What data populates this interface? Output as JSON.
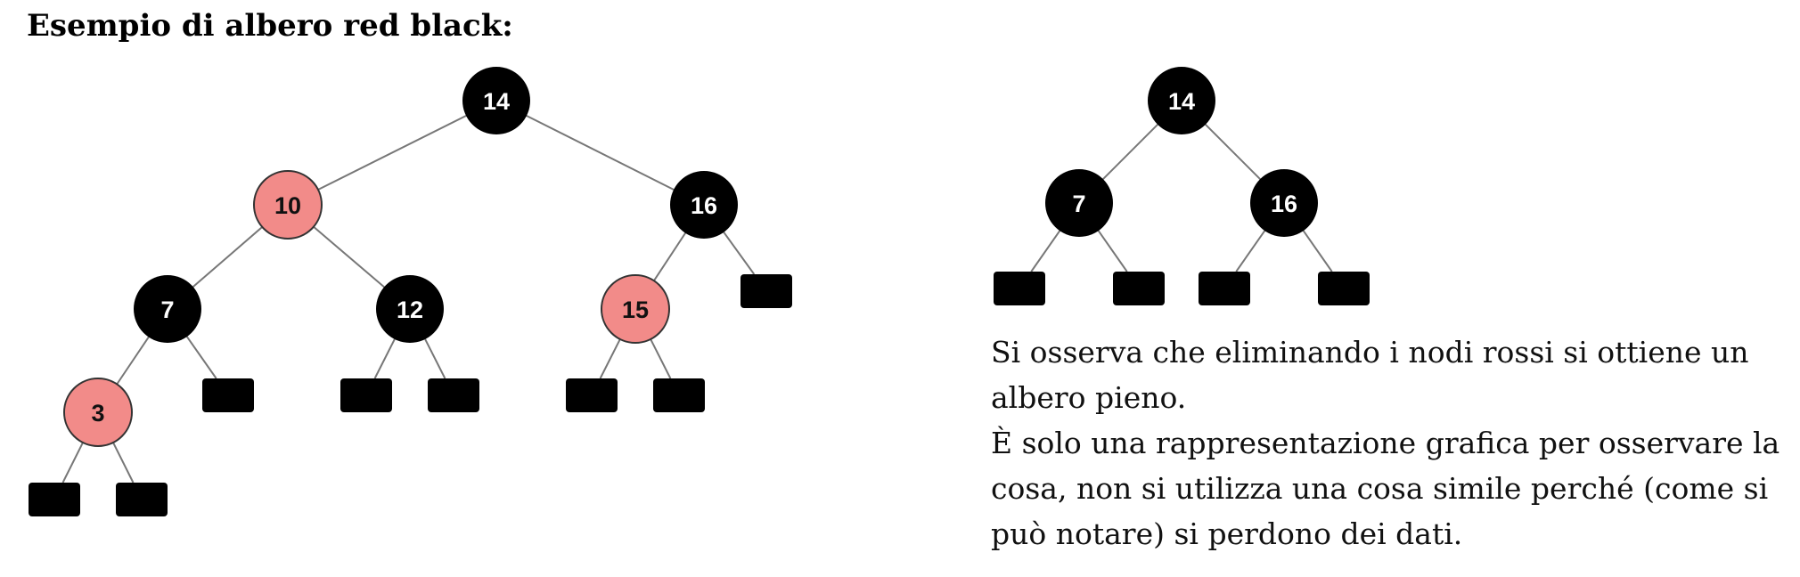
{
  "title": "Esempio di albero red black:",
  "colors": {
    "black_node": "#000000",
    "red_node": "#f28b89",
    "red_node_stroke": "#333333",
    "edge": "#777777",
    "label_on_black": "#ffffff",
    "label_on_red": "#111111"
  },
  "explanation": {
    "para1": "Si osserva che eliminando i nodi rossi si ottiene un albero pieno.",
    "para2": "È solo una rappresentazione grafica per osservare la cosa, non si utilizza una cosa simile perché (come si può notare) si perdono dei dati."
  },
  "trees": [
    {
      "id": "red-black-tree",
      "nodes": [
        {
          "id": "n14",
          "key": "14",
          "color": "black"
        },
        {
          "id": "n10",
          "key": "10",
          "color": "red"
        },
        {
          "id": "n16",
          "key": "16",
          "color": "black"
        },
        {
          "id": "n7",
          "key": "7",
          "color": "black"
        },
        {
          "id": "n12",
          "key": "12",
          "color": "black"
        },
        {
          "id": "n15",
          "key": "15",
          "color": "red"
        },
        {
          "id": "n3",
          "key": "3",
          "color": "red"
        },
        {
          "id": "l16r",
          "key": "",
          "color": "leaf"
        },
        {
          "id": "l7r",
          "key": "",
          "color": "leaf"
        },
        {
          "id": "l12l",
          "key": "",
          "color": "leaf"
        },
        {
          "id": "l12r",
          "key": "",
          "color": "leaf"
        },
        {
          "id": "l15l",
          "key": "",
          "color": "leaf"
        },
        {
          "id": "l15r",
          "key": "",
          "color": "leaf"
        },
        {
          "id": "l3l",
          "key": "",
          "color": "leaf"
        },
        {
          "id": "l3r",
          "key": "",
          "color": "leaf"
        }
      ],
      "edges": [
        [
          "n14",
          "n10"
        ],
        [
          "n14",
          "n16"
        ],
        [
          "n10",
          "n7"
        ],
        [
          "n10",
          "n12"
        ],
        [
          "n16",
          "n15"
        ],
        [
          "n16",
          "l16r"
        ],
        [
          "n7",
          "n3"
        ],
        [
          "n7",
          "l7r"
        ],
        [
          "n12",
          "l12l"
        ],
        [
          "n12",
          "l12r"
        ],
        [
          "n15",
          "l15l"
        ],
        [
          "n15",
          "l15r"
        ],
        [
          "n3",
          "l3l"
        ],
        [
          "n3",
          "l3r"
        ]
      ]
    },
    {
      "id": "black-only-tree",
      "nodes": [
        {
          "id": "m14",
          "key": "14",
          "color": "black"
        },
        {
          "id": "m7",
          "key": "7",
          "color": "black"
        },
        {
          "id": "m16",
          "key": "16",
          "color": "black"
        },
        {
          "id": "m7l",
          "key": "",
          "color": "leaf"
        },
        {
          "id": "m7r",
          "key": "",
          "color": "leaf"
        },
        {
          "id": "m16l",
          "key": "",
          "color": "leaf"
        },
        {
          "id": "m16r",
          "key": "",
          "color": "leaf"
        }
      ],
      "edges": [
        [
          "m14",
          "m7"
        ],
        [
          "m14",
          "m16"
        ],
        [
          "m7",
          "m7l"
        ],
        [
          "m7",
          "m7r"
        ],
        [
          "m16",
          "m16l"
        ],
        [
          "m16",
          "m16r"
        ]
      ]
    }
  ]
}
